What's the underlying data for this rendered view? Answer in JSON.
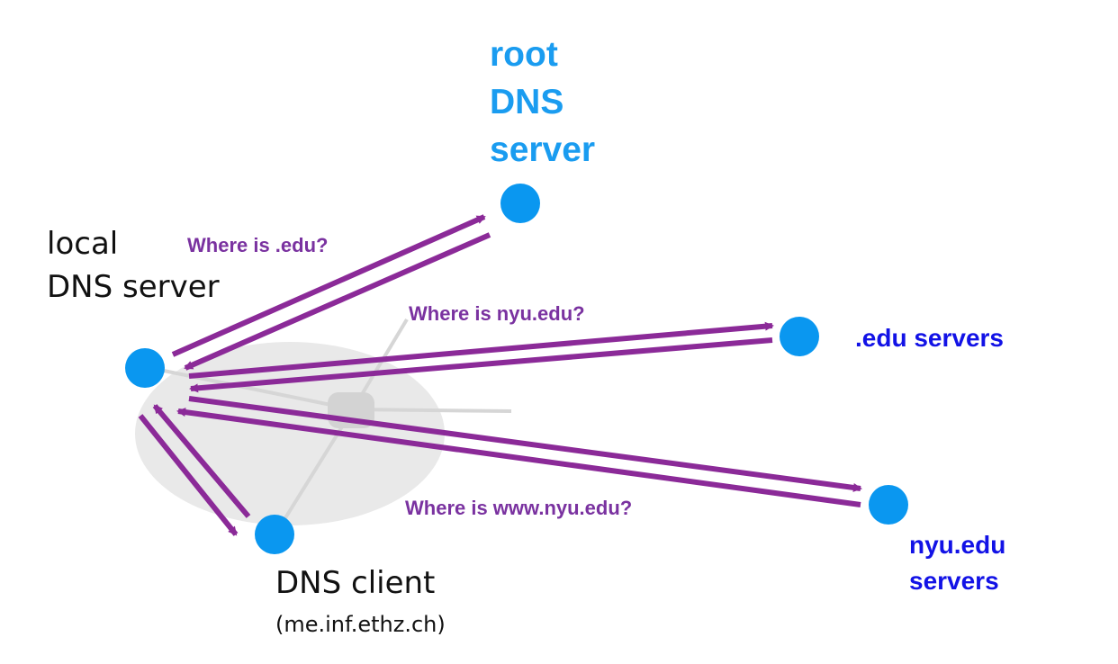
{
  "nodes": {
    "root": {
      "label_lines": [
        "root",
        "DNS",
        "server"
      ]
    },
    "local": {
      "label_lines": [
        "local",
        "DNS server"
      ]
    },
    "edu": {
      "label": ".edu servers"
    },
    "nyu": {
      "label_lines": [
        "nyu.edu",
        "servers"
      ]
    },
    "client": {
      "label": "DNS client",
      "sublabel": "(me.inf.ethz.ch)"
    }
  },
  "queries": {
    "root": "Where is .edu?",
    "edu": "Where is nyu.edu?",
    "nyu": "Where is www.nyu.edu?"
  },
  "colors": {
    "node": "#0a97f0",
    "arrow": "#8b2a98",
    "root_text": "#1a9cf0",
    "server_text": "#1212e6",
    "query_text": "#7a32a0",
    "network": "#e8e8e8"
  }
}
